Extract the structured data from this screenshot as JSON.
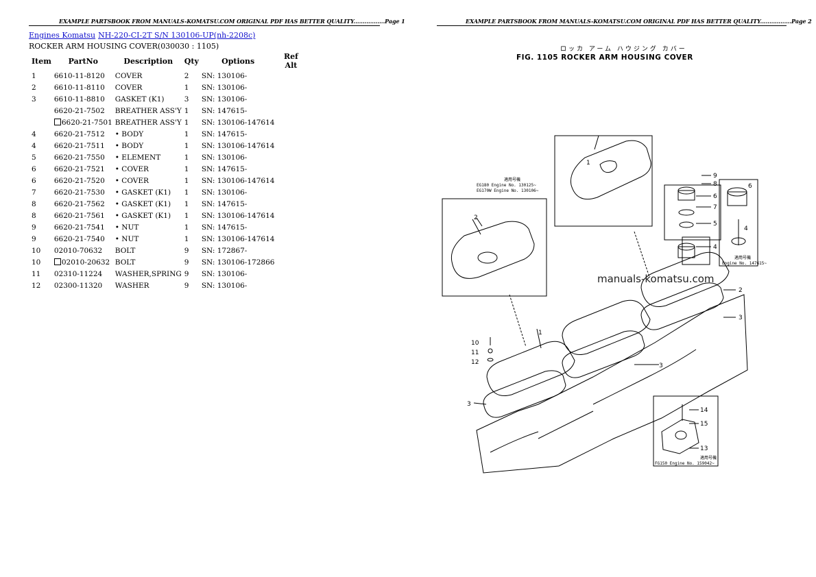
{
  "page1": {
    "header": "EXAMPLE PARTSBOOK FROM MANUALS-KOMATSU.COM ORIGINAL PDF HAS BETTER QUALITY.................Page 1",
    "breadcrumb": {
      "link1": "Engines Komatsu",
      "link2": "NH-220-CI-2T S/N 130106-UP(nh-2208c)"
    },
    "subtitle": "ROCKER ARM HOUSING COVER(030030 : 1105)",
    "columns": [
      "Item",
      "PartNo",
      "Description",
      "Qty",
      "Options",
      "Ref Alt"
    ],
    "rows": [
      {
        "item": "1",
        "box": false,
        "part": "6610-11-8120",
        "desc": "COVER",
        "qty": "2",
        "opt": "SN: 130106-"
      },
      {
        "item": "2",
        "box": false,
        "part": "6610-11-8110",
        "desc": "COVER",
        "qty": "1",
        "opt": "SN: 130106-"
      },
      {
        "item": "3",
        "box": false,
        "part": "6610-11-8810",
        "desc": "GASKET (K1)",
        "qty": "3",
        "opt": "SN: 130106-"
      },
      {
        "item": "",
        "box": false,
        "part": "6620-21-7502",
        "desc": "BREATHER ASS'Y",
        "qty": "1",
        "opt": "SN: 147615-"
      },
      {
        "item": "",
        "box": true,
        "part": "6620-21-7501",
        "desc": "BREATHER ASS'Y",
        "qty": "1",
        "opt": "SN: 130106-147614"
      },
      {
        "item": "4",
        "box": false,
        "part": "6620-21-7512",
        "desc": "• BODY",
        "qty": "1",
        "opt": "SN: 147615-"
      },
      {
        "item": "4",
        "box": false,
        "part": "6620-21-7511",
        "desc": "• BODY",
        "qty": "1",
        "opt": "SN: 130106-147614"
      },
      {
        "item": "5",
        "box": false,
        "part": "6620-21-7550",
        "desc": "• ELEMENT",
        "qty": "1",
        "opt": "SN: 130106-"
      },
      {
        "item": "6",
        "box": false,
        "part": "6620-21-7521",
        "desc": "• COVER",
        "qty": "1",
        "opt": "SN: 147615-"
      },
      {
        "item": "6",
        "box": false,
        "part": "6620-21-7520",
        "desc": "• COVER",
        "qty": "1",
        "opt": "SN: 130106-147614"
      },
      {
        "item": "7",
        "box": false,
        "part": "6620-21-7530",
        "desc": "• GASKET (K1)",
        "qty": "1",
        "opt": "SN: 130106-"
      },
      {
        "item": "8",
        "box": false,
        "part": "6620-21-7562",
        "desc": "• GASKET (K1)",
        "qty": "1",
        "opt": "SN: 147615-"
      },
      {
        "item": "8",
        "box": false,
        "part": "6620-21-7561",
        "desc": "• GASKET (K1)",
        "qty": "1",
        "opt": "SN: 130106-147614"
      },
      {
        "item": "9",
        "box": false,
        "part": "6620-21-7541",
        "desc": "• NUT",
        "qty": "1",
        "opt": "SN: 147615-"
      },
      {
        "item": "9",
        "box": false,
        "part": "6620-21-7540",
        "desc": "• NUT",
        "qty": "1",
        "opt": "SN: 130106-147614"
      },
      {
        "item": "10",
        "box": false,
        "part": "02010-70632",
        "desc": "BOLT",
        "qty": "9",
        "opt": "SN: 172867-"
      },
      {
        "item": "10",
        "box": true,
        "part": "02010-20632",
        "desc": "BOLT",
        "qty": "9",
        "opt": "SN: 130106-172866"
      },
      {
        "item": "11",
        "box": false,
        "part": "02310-11224",
        "desc": "WASHER,SPRING",
        "qty": "9",
        "opt": "SN: 130106-"
      },
      {
        "item": "12",
        "box": false,
        "part": "02300-11320",
        "desc": "WASHER",
        "qty": "9",
        "opt": "SN: 130106-"
      }
    ]
  },
  "page2": {
    "header": "EXAMPLE PARTSBOOK FROM MANUALS-KOMATSU.COM ORIGINAL PDF HAS BETTER QUALITY.................Page 2",
    "figure_title_jp": "ロッカ アーム ハウジング カバー",
    "figure_title": "FIG. 1105  ROCKER ARM HOUSING COVER",
    "watermark": "manuals-komatsu.com",
    "callouts": [
      "1",
      "1",
      "2",
      "2",
      "3",
      "3",
      "3",
      "4",
      "4",
      "5",
      "6",
      "6",
      "7",
      "8",
      "9",
      "10",
      "11",
      "12",
      "13",
      "14",
      "15"
    ],
    "notes": {
      "applicable1_jp": "適用号機",
      "applicable1_a": "EG180  Engine No. 130125~",
      "applicable1_b": "EG170W Engine No. 130106~",
      "applicable2_jp": "適用号機",
      "applicable2": "Engine No. 147615~",
      "applicable3_jp": "適用号機",
      "applicable3": "FG150  Engine No. 159042~"
    }
  }
}
